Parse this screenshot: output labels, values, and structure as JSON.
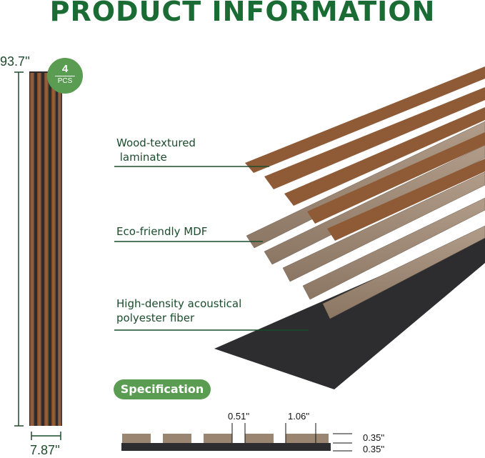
{
  "title": "PRODUCT INFORMATION",
  "dimensions": {
    "height": "93.7''",
    "width": "7.87''"
  },
  "badge": {
    "count": "4",
    "unit": "PCS"
  },
  "layers": [
    {
      "label": "Wood-textured\n laminate"
    },
    {
      "label": "Eco-friendly MDF"
    },
    {
      "label": "High-density acoustical\npolyester fiber"
    }
  ],
  "specification": {
    "title": "Specification",
    "slat_width": "0.51''",
    "gap_width": "1.06''",
    "slat_thickness": "0.35''",
    "felt_thickness": "0.35''"
  },
  "colors": {
    "brand_green": "#1b6b35",
    "badge_green": "#5a9d52",
    "walnut": "#8a5634",
    "mdf": "#9a8571",
    "felt": "#2d2d2f"
  }
}
